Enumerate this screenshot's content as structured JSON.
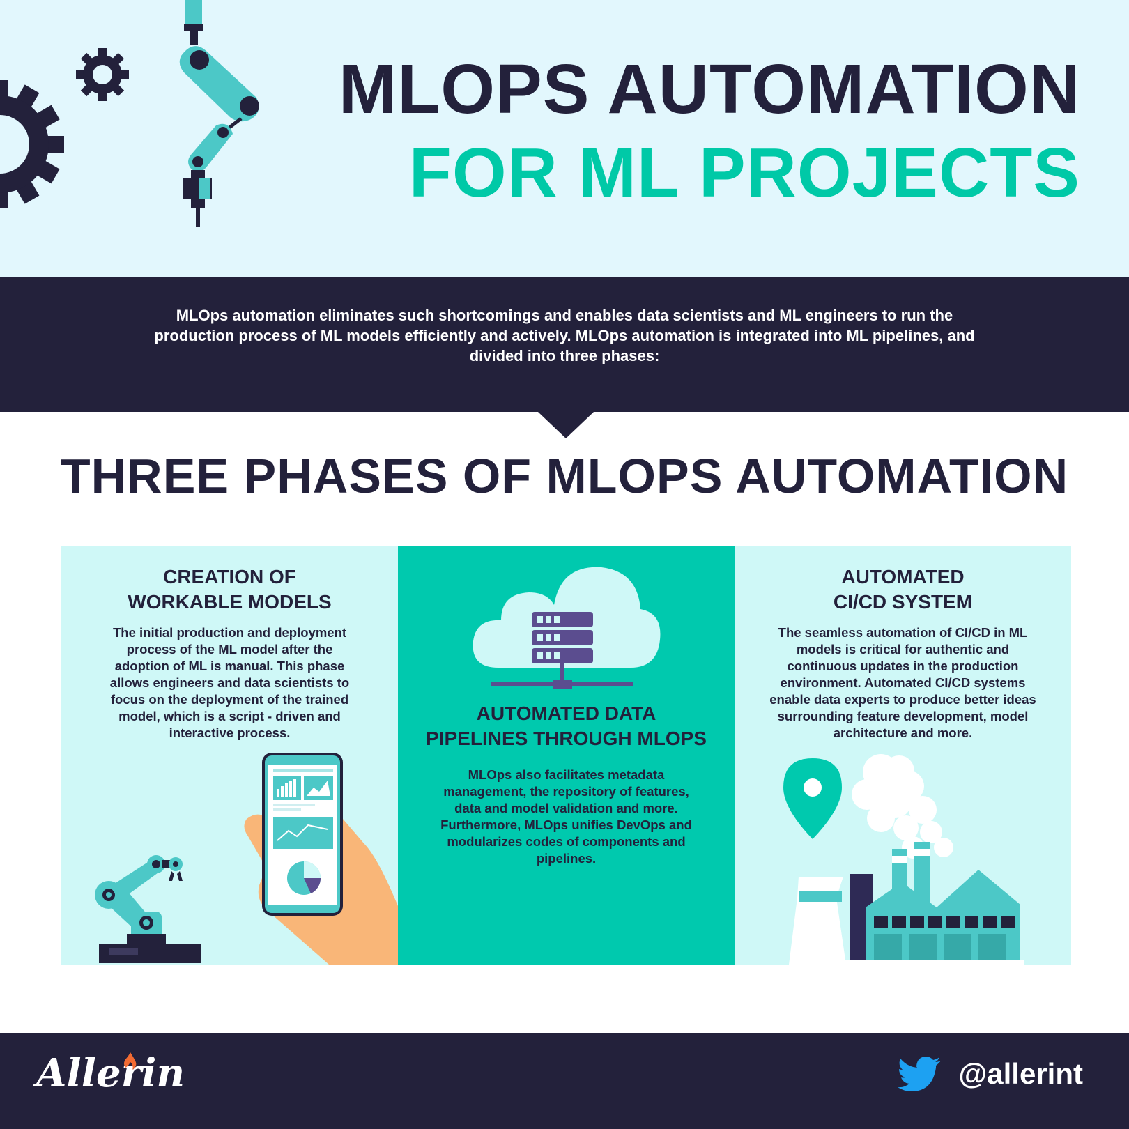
{
  "header": {
    "title_line1": "MLOPS AUTOMATION",
    "title_line2": "FOR ML PROJECTS"
  },
  "intro": {
    "text": "MLOps automation eliminates such shortcomings and enables data scientists and ML engineers to run the production process of ML models efficiently and actively. MLOps automation is integrated into ML pipelines, and divided into three phases:"
  },
  "phases": {
    "title": "THREE PHASES OF MLOPS AUTOMATION",
    "items": [
      {
        "heading_line1": "CREATION OF",
        "heading_line2": "WORKABLE MODELS",
        "body": "The initial production and deployment process of the ML model after the adoption of ML is manual. This phase allows engineers and data scientists to focus on the deployment of the trained model, which is a script - driven and interactive process."
      },
      {
        "heading_line1": "AUTOMATED DATA",
        "heading_line2": "PIPELINES THROUGH MLOPS",
        "body": "MLOps also facilitates metadata management, the repository of features, data and model validation and more. Furthermore, MLOps unifies DevOps and modularizes codes of components and pipelines."
      },
      {
        "heading_line1": "AUTOMATED",
        "heading_line2": "CI/CD SYSTEM",
        "body": "The seamless automation of CI/CD in ML models is critical for authentic and continuous updates in the production environment. Automated CI/CD systems enable data experts to produce better ideas surrounding feature development, model architecture and more."
      }
    ]
  },
  "footer": {
    "logo": "Allerin",
    "twitter_handle": "@allerint"
  },
  "colors": {
    "navy": "#23213b",
    "teal": "#00c9a7",
    "light_cyan": "#cff8f7",
    "sky": "#e2f7fd"
  },
  "icons": [
    "gear-icon",
    "robot-arm-icon",
    "cloud-server-icon",
    "smartphone-hand-icon",
    "factory-icon",
    "location-pin-icon",
    "twitter-bird-icon"
  ]
}
